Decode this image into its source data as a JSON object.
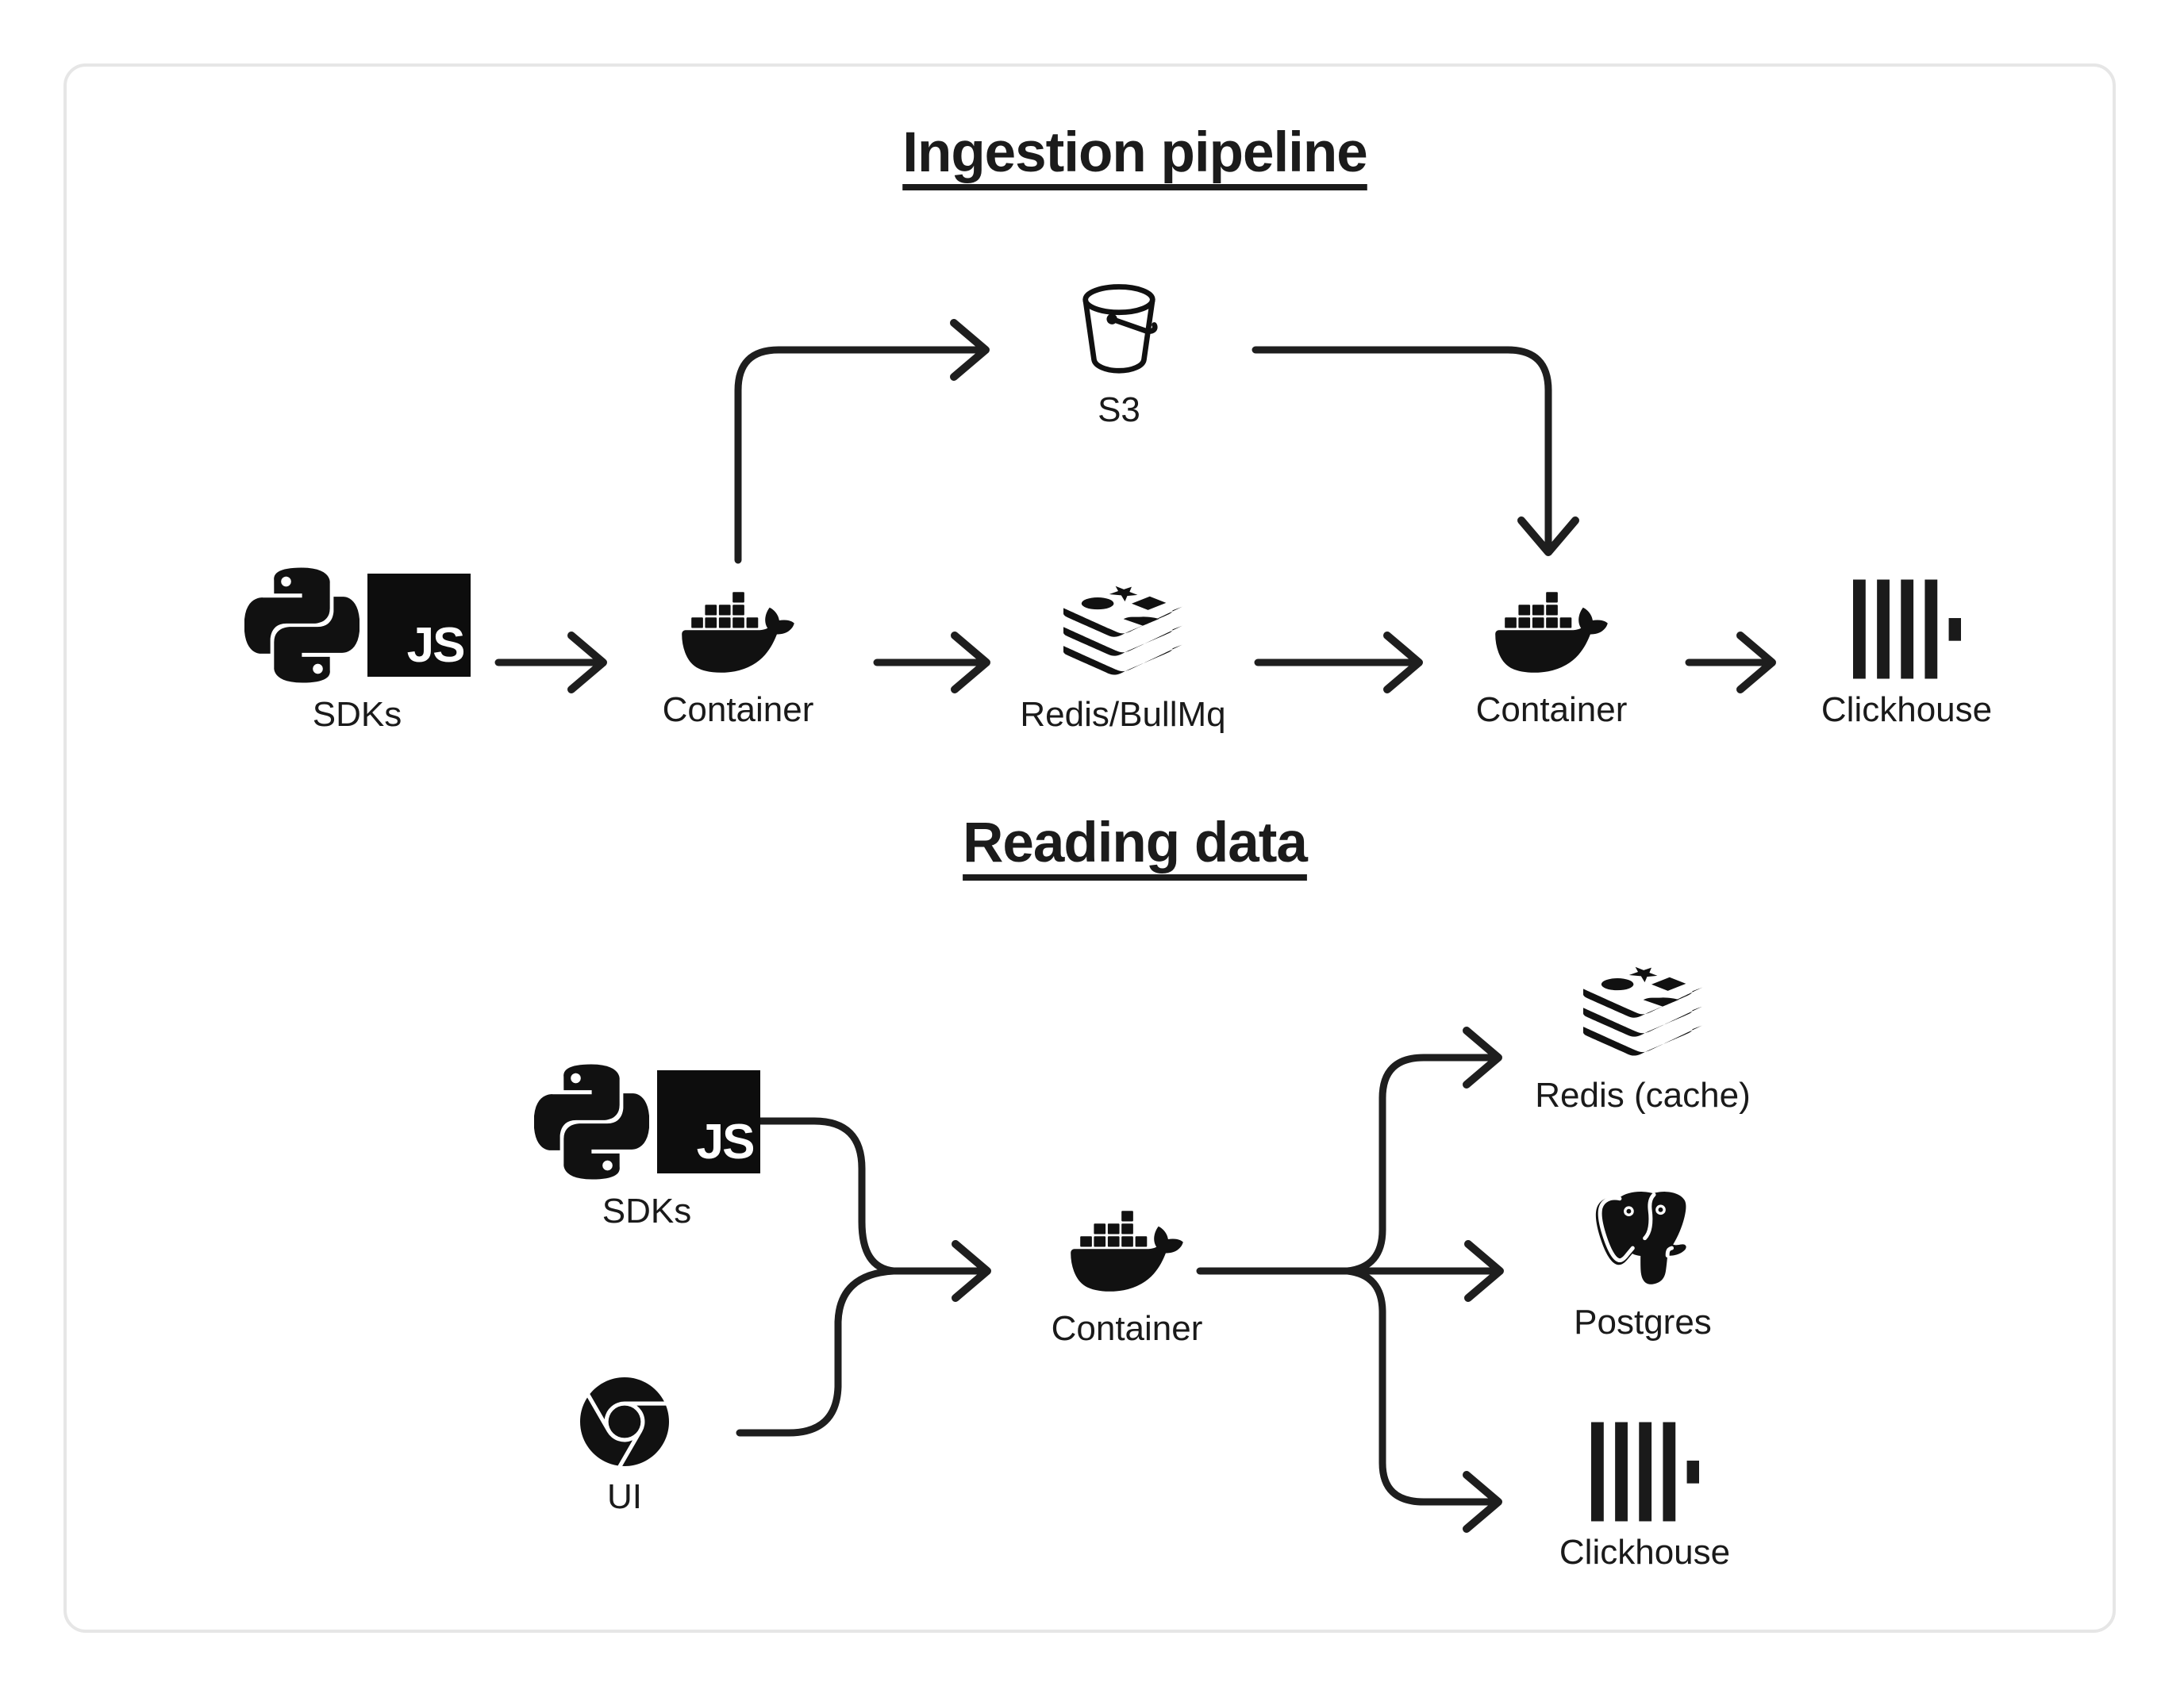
{
  "colors": {
    "ink": "#1b1b1b",
    "card_border": "#e6e6e6",
    "background": "#ffffff"
  },
  "icon_text": {
    "js_badge": "JS"
  },
  "diagram": {
    "sections": [
      {
        "title": "Ingestion pipeline",
        "nodes": [
          {
            "id": "sdks",
            "label": "SDKs",
            "icons": [
              "python",
              "javascript"
            ]
          },
          {
            "id": "s3",
            "label": "S3",
            "icons": [
              "s3-bucket"
            ]
          },
          {
            "id": "ingest-container",
            "label": "Container",
            "icons": [
              "docker"
            ]
          },
          {
            "id": "queue",
            "label": "Redis/BullMq",
            "icons": [
              "redis"
            ]
          },
          {
            "id": "worker-container",
            "label": "Container",
            "icons": [
              "docker"
            ]
          },
          {
            "id": "clickhouse",
            "label": "Clickhouse",
            "icons": [
              "clickhouse"
            ]
          }
        ],
        "edges": [
          {
            "from": "sdks",
            "to": "ingest-container"
          },
          {
            "from": "ingest-container",
            "to": "s3"
          },
          {
            "from": "ingest-container",
            "to": "queue"
          },
          {
            "from": "s3",
            "to": "worker-container"
          },
          {
            "from": "queue",
            "to": "worker-container"
          },
          {
            "from": "worker-container",
            "to": "clickhouse"
          }
        ]
      },
      {
        "title": "Reading data",
        "nodes": [
          {
            "id": "sdks",
            "label": "SDKs",
            "icons": [
              "python",
              "javascript"
            ]
          },
          {
            "id": "ui",
            "label": "UI",
            "icons": [
              "chrome"
            ]
          },
          {
            "id": "api-container",
            "label": "Container",
            "icons": [
              "docker"
            ]
          },
          {
            "id": "redis-cache",
            "label": "Redis (cache)",
            "icons": [
              "redis"
            ]
          },
          {
            "id": "postgres",
            "label": "Postgres",
            "icons": [
              "postgresql"
            ]
          },
          {
            "id": "clickhouse",
            "label": "Clickhouse",
            "icons": [
              "clickhouse"
            ]
          }
        ],
        "edges": [
          {
            "from": "sdks",
            "to": "api-container"
          },
          {
            "from": "ui",
            "to": "api-container"
          },
          {
            "from": "api-container",
            "to": "redis-cache"
          },
          {
            "from": "api-container",
            "to": "postgres"
          },
          {
            "from": "api-container",
            "to": "clickhouse"
          }
        ]
      }
    ]
  }
}
